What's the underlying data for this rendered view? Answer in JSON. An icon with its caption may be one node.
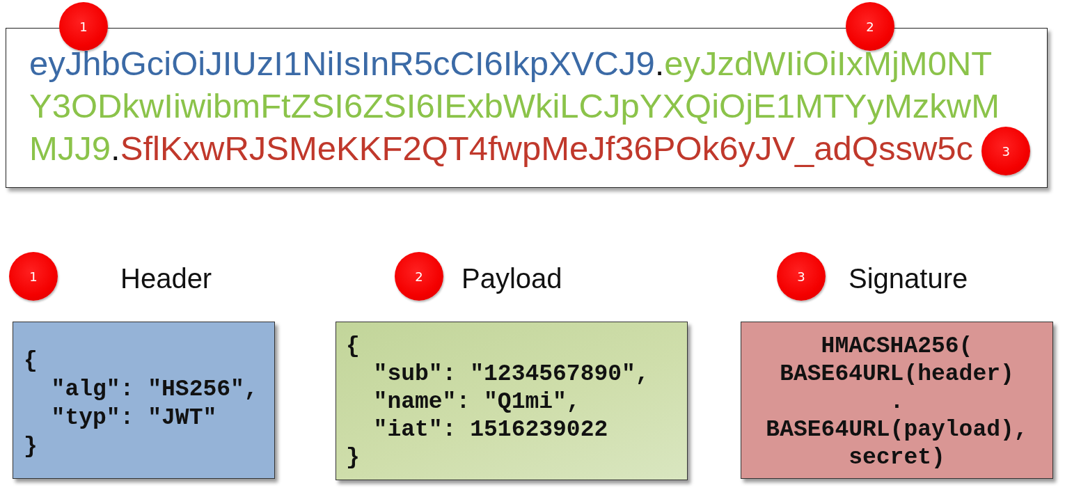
{
  "diagram": {
    "nodes": [
      {
        "text": [
          "eyJhbGciOiJIUzI1NiIsInR5cCI6IkpXVCJ9",
          ".",
          "eyJzdWIiOiIxMjM0NT",
          "Y3ODkwIiwibmFtZSI6ZSI6IExbWkiLCJpYXQiOjE1MTYyMzkwM",
          "MJJ9",
          ".",
          "SflKxwRJSMeKKF2QT4fwpMeJf36POk6yJV_adQssw5c"
        ]
      },
      {
        "text": [
          "1"
        ]
      },
      {
        "text": [
          "2"
        ]
      },
      {
        "text": [
          "3"
        ],
        "in": 0
      },
      {
        "text": [
          "1"
        ]
      },
      {
        "text": [
          "Header",
          "{",
          "\"alg\": \"HS256\",",
          "\"typ\": \"JWT\"",
          "}"
        ]
      },
      {
        "text": [
          "2"
        ]
      },
      {
        "text": [
          "Payload",
          "{",
          "\"sub\": \"1234567890\",",
          "\"name\": \"Q1mi\",",
          "\"iat\": 1516239022",
          "}"
        ]
      },
      {
        "text": [
          "3"
        ]
      },
      {
        "text": [
          "Signature",
          "HMACSHA256(",
          "BASE64URL(header)",
          ".",
          "BASE64URL(payload),",
          "secret)"
        ]
      }
    ]
  }
}
